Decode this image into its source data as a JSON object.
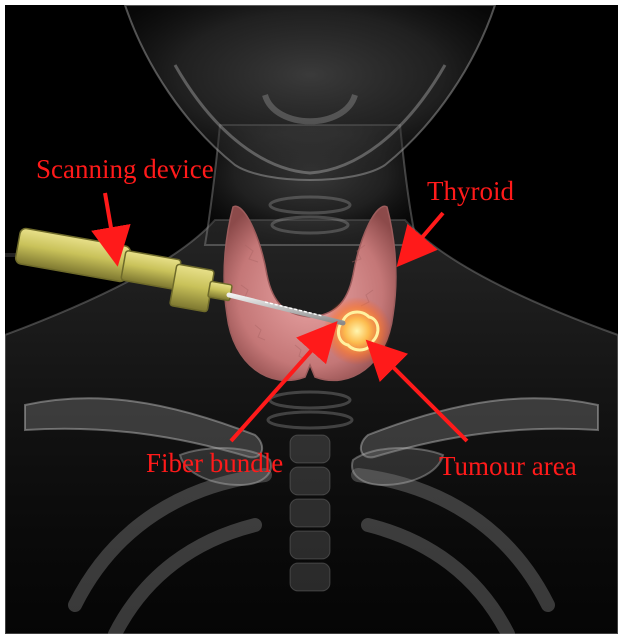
{
  "figure": {
    "labels": {
      "scanning_device": "Scanning device",
      "thyroid": "Thyroid",
      "fiber_bundle": "Fiber bundle",
      "tumour_area": "Tumour area"
    },
    "colors": {
      "background": "#000000",
      "label_text": "#ff1a1a",
      "arrow": "#ff1a1a",
      "thyroid_tissue": "#d88a8a",
      "tumour_glow": "#ffb347",
      "device_body": "#c9c25a"
    },
    "icons": {
      "anatomy": "translucent-neck-xray",
      "device": "scanning-probe",
      "organ": "thyroid-gland"
    }
  }
}
